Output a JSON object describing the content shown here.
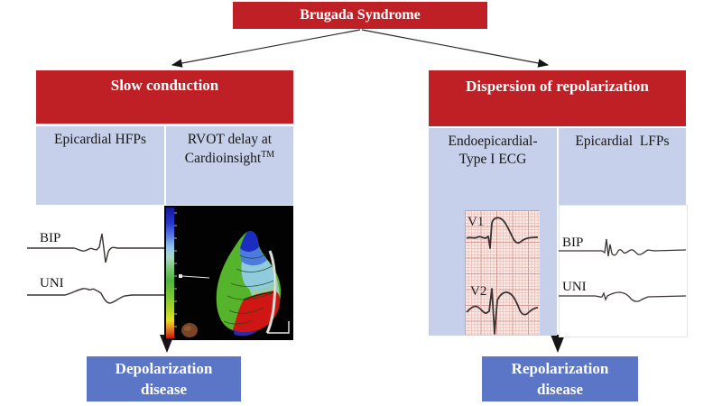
{
  "diagram": {
    "root_label": "Brugada Syndrome",
    "left": {
      "header": "Slow conduction",
      "col1_label": "Epicardial HFPs",
      "col2_label_line1": "RVOT delay at",
      "col2_label_line2": "Cardioinsight",
      "col2_label_sup": "TM",
      "bip_label": "BIP",
      "uni_label": "UNI",
      "outcome_line1": "Depolarization",
      "outcome_line2": "disease"
    },
    "right": {
      "header": "Dispersion of repolarization",
      "col1_label_line1": "Endoepicardial-",
      "col1_label_line2": "Type I ECG",
      "col2_label": "Epicardial  LFPs",
      "v1_label": "V1",
      "v2_label": "V2",
      "bip_label": "BIP",
      "uni_label": "UNI",
      "outcome_line1": "Repolarization",
      "outcome_line2": "disease"
    },
    "colors": {
      "red_box": "#be2026",
      "light_blue_box": "#c6d0ea",
      "outcome_blue_box": "#5b75c7",
      "arrow": "#161616",
      "ecg_trace": "#3a3332",
      "map_background": "#000000"
    }
  }
}
